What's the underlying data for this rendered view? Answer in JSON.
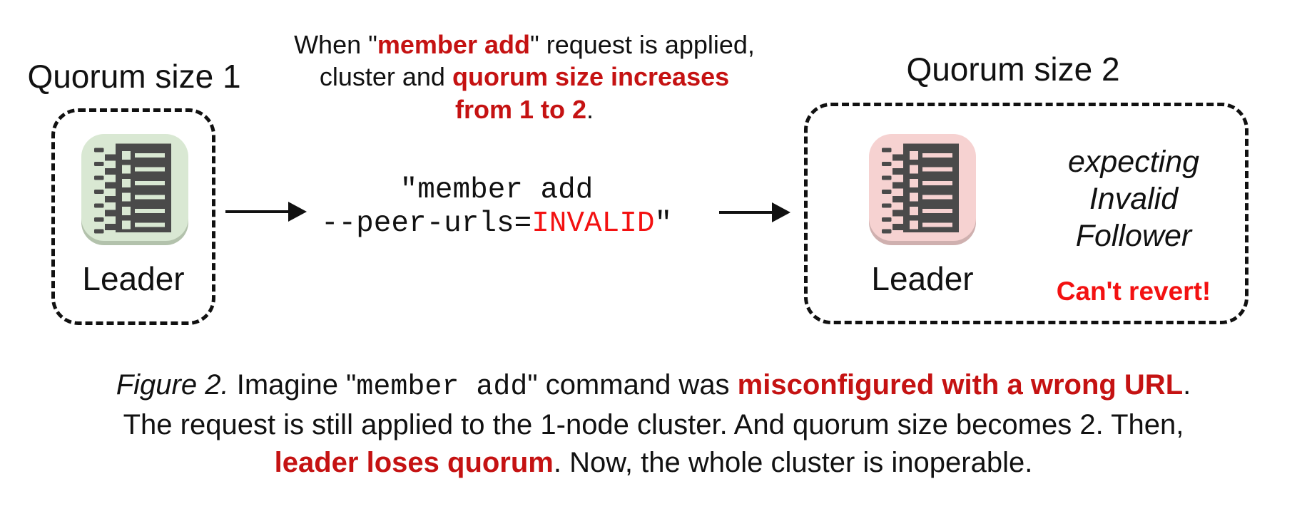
{
  "colors": {
    "ink": "#111111",
    "accent_red": "#c51212",
    "bright_red": "#f31111",
    "node_ok_bg": "#d9e8d3",
    "node_ok_shadow": "#b3c2ac",
    "node_bad_bg": "#f6d2d1",
    "node_bad_shadow": "#cfb0af",
    "glyph_dark": "#4a4a4a"
  },
  "left_cluster": {
    "title": "Quorum size 1",
    "node_label": "Leader"
  },
  "right_cluster": {
    "title": "Quorum size 2",
    "node_label": "Leader",
    "expectation": "expecting\nInvalid\nFollower",
    "warning": "Can't revert!"
  },
  "annotation": {
    "runs": [
      {
        "style": "plain",
        "text": "When \""
      },
      {
        "style": "red",
        "text": "member add"
      },
      {
        "style": "plain",
        "text": "\" request is applied,\ncluster and "
      },
      {
        "style": "red",
        "text": "quorum size increases\nfrom 1 to 2"
      },
      {
        "style": "plain",
        "text": "."
      }
    ]
  },
  "command": {
    "runs": [
      {
        "style": "mono",
        "text": "\"member add\n--peer-urls="
      },
      {
        "style": "mono-red",
        "text": "INVALID"
      },
      {
        "style": "mono",
        "text": "\""
      }
    ]
  },
  "caption": {
    "runs": [
      {
        "style": "italic",
        "text": "Figure 2."
      },
      {
        "style": "plain",
        "text": " Imagine \""
      },
      {
        "style": "mono",
        "text": "member add"
      },
      {
        "style": "plain",
        "text": "\" command was "
      },
      {
        "style": "red",
        "text": "misconfigured with a wrong URL"
      },
      {
        "style": "plain",
        "text": ".\nThe request is still applied to the 1-node cluster. And quorum size becomes 2. Then,\n"
      },
      {
        "style": "red",
        "text": "leader loses quorum"
      },
      {
        "style": "plain",
        "text": ". Now, the whole cluster is inoperable."
      }
    ]
  }
}
